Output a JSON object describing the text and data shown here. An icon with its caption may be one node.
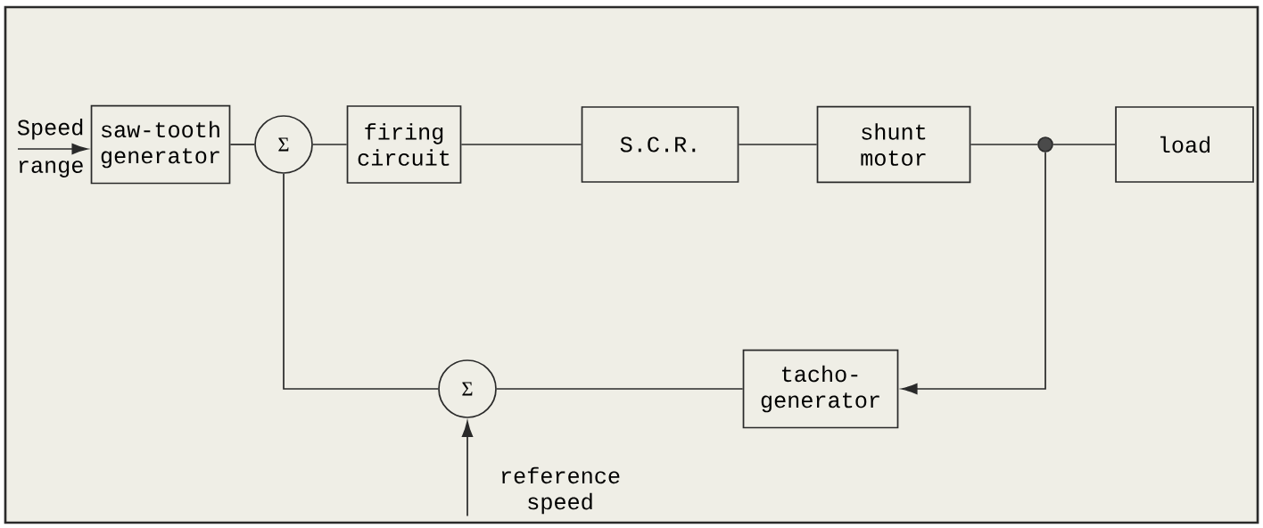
{
  "diagram": {
    "nodes": [
      {
        "text": [
          "saw-tooth generator"
        ]
      },
      {
        "text": [
          "Σ"
        ]
      },
      {
        "text": [
          "firing circuit"
        ]
      },
      {
        "text": [
          "S.C.R."
        ]
      },
      {
        "text": [
          "shunt motor"
        ]
      },
      {
        "text": [],
        "shape": "circle"
      },
      {
        "text": [
          "load"
        ]
      },
      {
        "text": [
          "Σ"
        ]
      },
      {
        "text": [
          "tacho- generator"
        ]
      },
      {
        "text": [
          "reference speed"
        ]
      }
    ],
    "edges": [
      {
        "from": null,
        "to": 0,
        "arrow": "to",
        "label": "Speed range"
      },
      {
        "from": 0,
        "to": 1,
        "arrow": "none"
      },
      {
        "from": 1,
        "to": 2,
        "arrow": "none"
      },
      {
        "from": 2,
        "to": 3,
        "arrow": "none"
      },
      {
        "from": 3,
        "to": 4,
        "arrow": "none"
      },
      {
        "from": 4,
        "to": 5,
        "arrow": "none"
      },
      {
        "from": 5,
        "to": 6,
        "arrow": "none"
      },
      {
        "from": 5,
        "to": 8,
        "arrow": "to"
      },
      {
        "from": 8,
        "to": 7,
        "arrow": "none"
      },
      {
        "from": 7,
        "to": 1,
        "arrow": "none"
      },
      {
        "from": 9,
        "to": 7,
        "arrow": "to"
      }
    ]
  }
}
